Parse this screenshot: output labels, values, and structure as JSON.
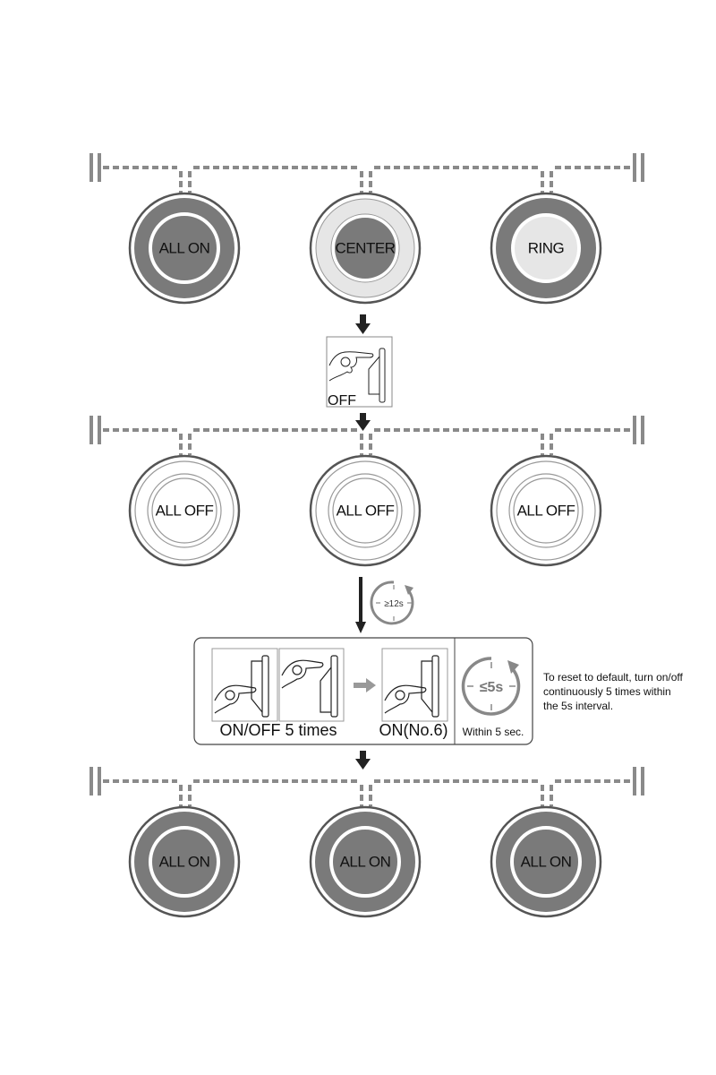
{
  "colors": {
    "knob_dark": "#7a7a7a",
    "knob_light": "#e6e6e6",
    "outline": "#555555",
    "line": "#8a8a8a",
    "arrow": "#222222"
  },
  "rows": [
    {
      "knobs": [
        {
          "label": "ALL ON",
          "state": "all-on"
        },
        {
          "label": "CENTER",
          "state": "center"
        },
        {
          "label": "RING",
          "state": "ring"
        }
      ]
    },
    {
      "knobs": [
        {
          "label": "ALL OFF",
          "state": "all-off"
        },
        {
          "label": "ALL OFF",
          "state": "all-off"
        },
        {
          "label": "ALL OFF",
          "state": "all-off"
        }
      ]
    },
    {
      "knobs": [
        {
          "label": "ALL ON",
          "state": "all-on"
        },
        {
          "label": "ALL ON",
          "state": "all-on"
        },
        {
          "label": "ALL ON",
          "state": "all-on"
        }
      ]
    }
  ],
  "off_step": {
    "label": "OFF",
    "icon": "hand-pressing-switch-icon"
  },
  "wait_timer": {
    "label": "≥12s",
    "icon": "timer-icon"
  },
  "reset_box": {
    "toggle_label": "ON/OFF 5 times",
    "final_label": "ON(No.6)",
    "timer_label": "≤5s",
    "timer_caption": "Within 5 sec."
  },
  "note": {
    "lines": [
      "To reset to default, turn on/off",
      "continuously 5 times within",
      "the 5s  interval."
    ]
  }
}
